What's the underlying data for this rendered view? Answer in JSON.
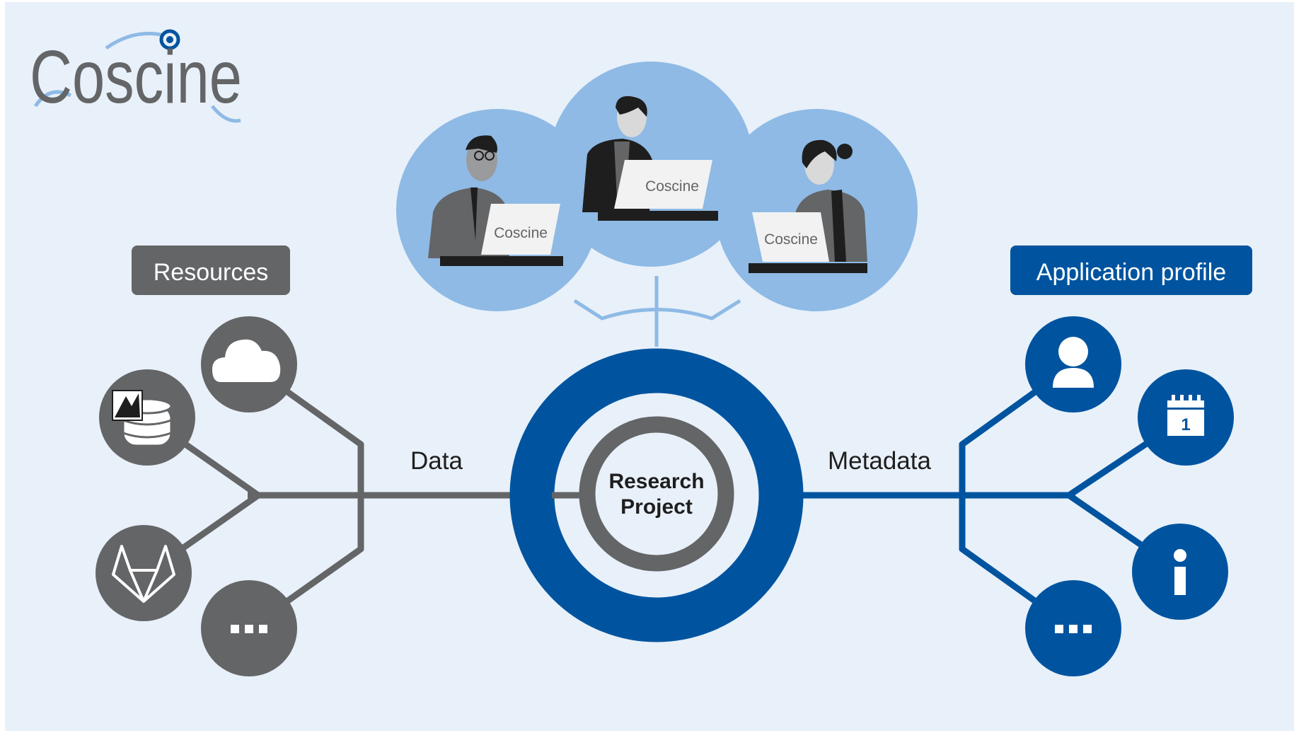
{
  "logo": {
    "text": "Coscine"
  },
  "resources": {
    "label": "Resources",
    "items": [
      {
        "icon": "cloud-icon"
      },
      {
        "icon": "database-icon"
      },
      {
        "icon": "gitlab-icon"
      },
      {
        "icon": "more-icon",
        "text": "..."
      }
    ]
  },
  "application_profile": {
    "label": "Application profile",
    "items": [
      {
        "icon": "person-icon"
      },
      {
        "icon": "calendar-icon",
        "text": "1"
      },
      {
        "icon": "info-icon"
      },
      {
        "icon": "more-icon",
        "text": "..."
      }
    ]
  },
  "connections": {
    "data_label": "Data",
    "metadata_label": "Metadata"
  },
  "center": {
    "line1": "Research",
    "line2": "Project"
  },
  "team": {
    "laptop_label": "Coscine"
  },
  "colors": {
    "background": "#e8f0f9",
    "gray": "#646567",
    "blue": "#00549f",
    "light_blue": "#8ebae5"
  }
}
